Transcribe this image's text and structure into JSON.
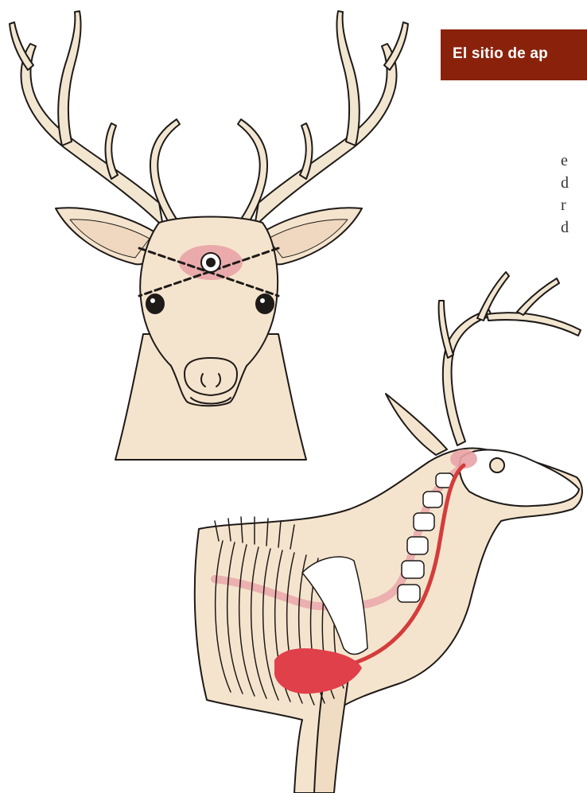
{
  "title": {
    "text": "El sitio de ap",
    "background": "#8a220b",
    "text_color": "#ffffff"
  },
  "body_text_lines": [
    "e",
    "d",
    "r",
    "d"
  ],
  "illustrations": {
    "front_view": {
      "name": "deer-head-front-view",
      "target_icon": "target-crosshair-icon",
      "highlight_color": "#e9a3a7"
    },
    "side_view": {
      "name": "deer-skeleton-side-view",
      "spinal_cord_color": "#d43c3c",
      "heart_color": "#e0404a"
    }
  },
  "colors": {
    "fur": "#f5e4cd",
    "antler": "#f2e6d0",
    "outline": "#1e1a18",
    "skeleton": "#ffffff"
  }
}
